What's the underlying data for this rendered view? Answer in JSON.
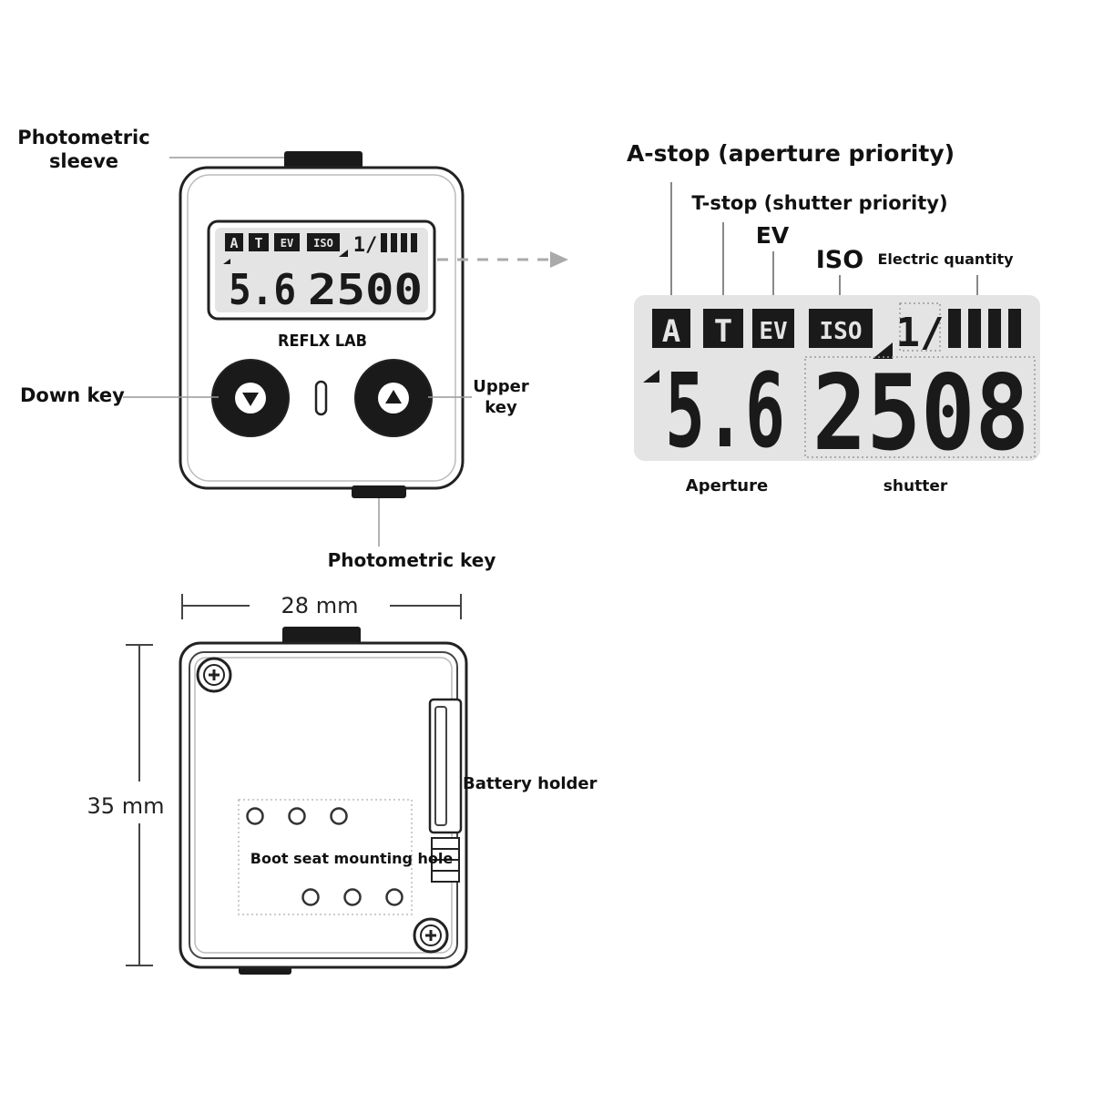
{
  "labels": {
    "photometric_sleeve_line1": "Photometric",
    "photometric_sleeve_line2": "sleeve",
    "down_key": "Down key",
    "upper_key_line1": "Upper",
    "upper_key_line2": "key",
    "photometric_key": "Photometric key",
    "brand": "REFLX LAB",
    "width_dim": "28 mm",
    "height_dim": "35 mm",
    "battery_holder": "Battery holder",
    "boot_seat": "Boot seat mounting hole"
  },
  "detail": {
    "a_stop": "A-stop (aperture priority)",
    "t_stop": "T-stop (shutter priority)",
    "ev": "EV",
    "iso": "ISO",
    "electric_quantity": "Electric quantity",
    "aperture": "Aperture",
    "shutter": "shutter"
  },
  "lcd_small": {
    "icon_a": "A",
    "icon_t": "T",
    "icon_ev": "EV",
    "icon_iso": "ISO",
    "fraction": "1/",
    "aperture_value": "5.6",
    "shutter_value": "2500"
  },
  "lcd_large": {
    "icon_a": "A",
    "icon_t": "T",
    "icon_ev": "EV",
    "icon_iso": "ISO",
    "fraction": "1/",
    "aperture_value": "5.6",
    "shutter_value": "2508"
  },
  "colors": {
    "lcd_bg": "#e4e4e4",
    "ink": "#111111",
    "line": "#888888"
  }
}
